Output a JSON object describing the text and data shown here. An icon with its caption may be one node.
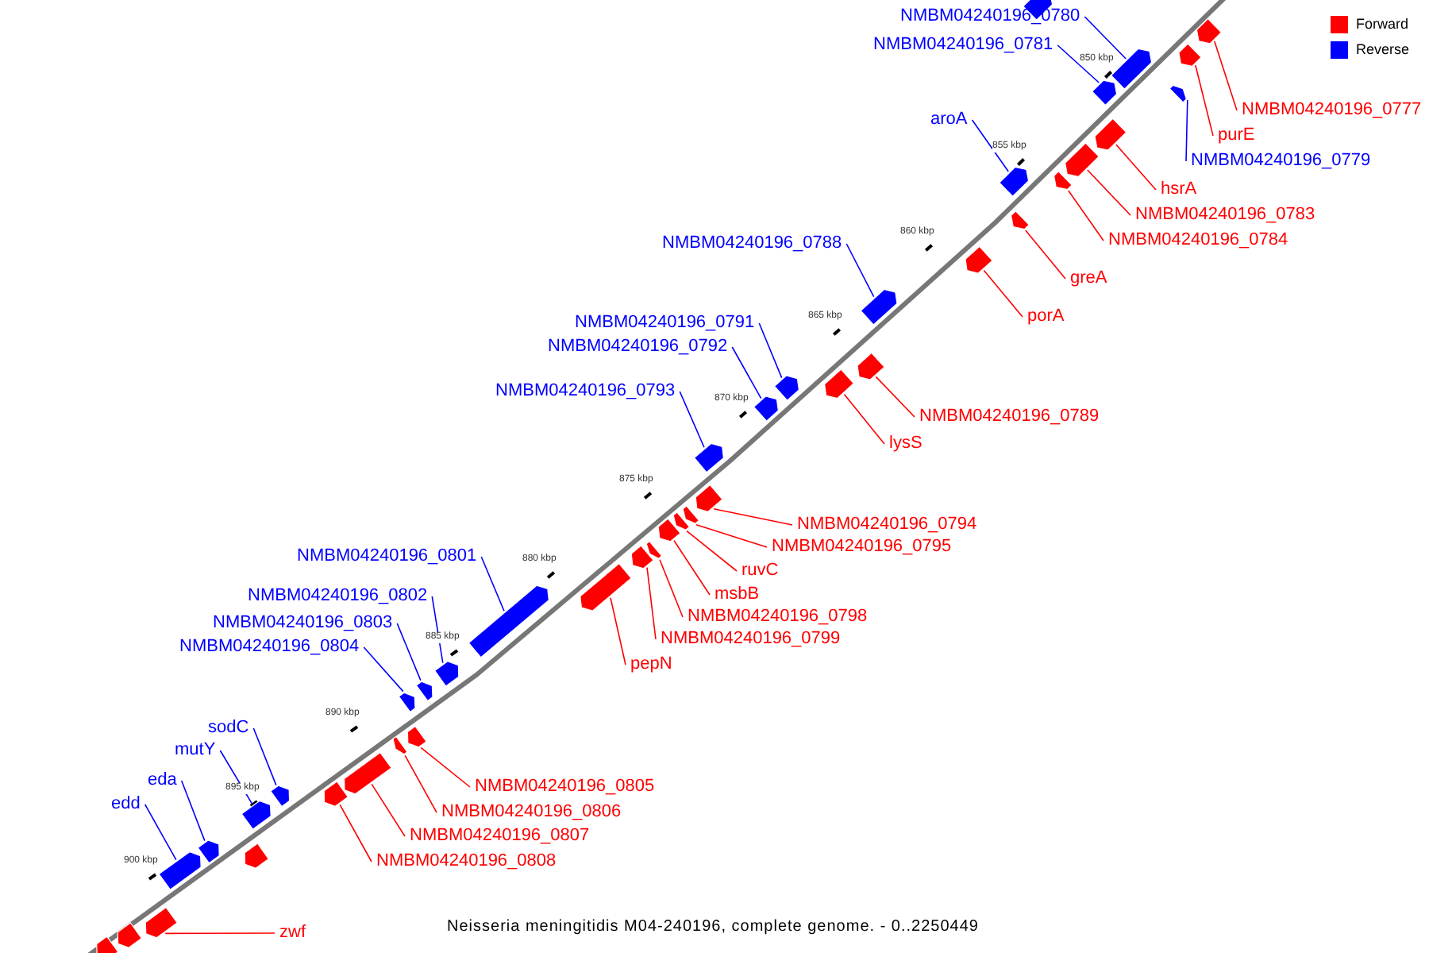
{
  "diagram": {
    "caption": "Neisseria meningitidis M04-240196, complete genome. - 0..2250449",
    "nodes": [
      {
        "text": [
          "NMBM04240196_0780"
        ]
      },
      {
        "text": [],
        "shape": "box"
      },
      {
        "text": [
          "NMBM04240196_0781"
        ]
      },
      {
        "text": [],
        "shape": "box"
      },
      {
        "text": [
          "NMBM04240196_0777"
        ]
      },
      {
        "text": [],
        "shape": "box"
      },
      {
        "text": [
          "purE"
        ]
      },
      {
        "text": [],
        "shape": "box"
      },
      {
        "text": [
          "NMBM04240196_0779"
        ]
      },
      {
        "text": [],
        "shape": "box"
      },
      {
        "text": [
          "hsrA"
        ]
      },
      {
        "text": [],
        "shape": "box"
      },
      {
        "text": [
          "NMBM04240196_0783"
        ]
      },
      {
        "text": [],
        "shape": "box"
      },
      {
        "text": [
          "NMBM04240196_0784"
        ]
      },
      {
        "text": [],
        "shape": "box"
      },
      {
        "text": [
          "aroA"
        ]
      },
      {
        "text": [],
        "shape": "box"
      },
      {
        "text": [
          "greA"
        ]
      },
      {
        "text": [],
        "shape": "box"
      },
      {
        "text": [
          "porA"
        ]
      },
      {
        "text": [],
        "shape": "box"
      },
      {
        "text": [
          "NMBM04240196_0788"
        ]
      },
      {
        "text": [],
        "shape": "box"
      },
      {
        "text": [
          "NMBM04240196_0791"
        ]
      },
      {
        "text": [],
        "shape": "box"
      },
      {
        "text": [
          "NMBM04240196_0792"
        ]
      },
      {
        "text": [],
        "shape": "box"
      },
      {
        "text": [
          "NMBM04240196_0789"
        ]
      },
      {
        "text": [],
        "shape": "box"
      },
      {
        "text": [
          "lysS"
        ]
      },
      {
        "text": [],
        "shape": "box"
      },
      {
        "text": [
          "NMBM04240196_0793"
        ]
      },
      {
        "text": [],
        "shape": "box"
      },
      {
        "text": [
          "NMBM04240196_0794"
        ]
      },
      {
        "text": [],
        "shape": "box"
      },
      {
        "text": [
          "NMBM04240196_0795"
        ]
      },
      {
        "text": [],
        "shape": "box"
      },
      {
        "text": [
          "ruvC"
        ]
      },
      {
        "text": [],
        "shape": "box"
      },
      {
        "text": [
          "msbB"
        ]
      },
      {
        "text": [],
        "shape": "box"
      },
      {
        "text": [
          "NMBM04240196_0798"
        ]
      },
      {
        "text": [],
        "shape": "box"
      },
      {
        "text": [
          "NMBM04240196_0799"
        ]
      },
      {
        "text": [],
        "shape": "box"
      },
      {
        "text": [
          "pepN"
        ]
      },
      {
        "text": [],
        "shape": "box"
      },
      {
        "text": [
          "NMBM04240196_0801"
        ]
      },
      {
        "text": [],
        "shape": "box"
      },
      {
        "text": [
          "NMBM04240196_0802"
        ]
      },
      {
        "text": [],
        "shape": "box"
      },
      {
        "text": [
          "NMBM04240196_0803"
        ]
      },
      {
        "text": [],
        "shape": "box"
      },
      {
        "text": [
          "NMBM04240196_0804"
        ]
      },
      {
        "text": [],
        "shape": "box"
      },
      {
        "text": [
          "NMBM04240196_0805"
        ]
      },
      {
        "text": [],
        "shape": "box"
      },
      {
        "text": [
          "NMBM04240196_0806"
        ]
      },
      {
        "text": [],
        "shape": "box"
      },
      {
        "text": [
          "NMBM04240196_0807"
        ]
      },
      {
        "text": [],
        "shape": "box"
      },
      {
        "text": [
          "NMBM04240196_0808"
        ]
      },
      {
        "text": [],
        "shape": "box"
      },
      {
        "text": [
          "sodC"
        ]
      },
      {
        "text": [],
        "shape": "box"
      },
      {
        "text": [
          "mutY"
        ]
      },
      {
        "text": [],
        "shape": "box"
      },
      {
        "text": [
          "eda"
        ]
      },
      {
        "text": [],
        "shape": "box"
      },
      {
        "text": [
          "edd"
        ]
      },
      {
        "text": [],
        "shape": "box"
      },
      {
        "text": [
          "zwf"
        ]
      },
      {
        "text": [],
        "shape": "box"
      },
      {
        "text": [],
        "shape": "box"
      },
      {
        "text": [],
        "shape": "box"
      },
      {
        "text": [],
        "shape": "box"
      },
      {
        "text": [],
        "shape": "box"
      }
    ],
    "edges": [
      {
        "from": 0,
        "to": 1,
        "arrow": "none",
        "color": "#0000ff"
      },
      {
        "from": 2,
        "to": 3,
        "arrow": "none",
        "color": "#0000ff"
      },
      {
        "from": 4,
        "to": 5,
        "arrow": "none"
      },
      {
        "from": 6,
        "to": 7,
        "arrow": "none"
      },
      {
        "from": 8,
        "to": 9,
        "arrow": "none",
        "color": "#0000ff"
      },
      {
        "from": 10,
        "to": 11,
        "arrow": "none"
      },
      {
        "from": 12,
        "to": 13,
        "arrow": "none"
      },
      {
        "from": 14,
        "to": 15,
        "arrow": "none"
      },
      {
        "from": 16,
        "to": 17,
        "arrow": "none",
        "color": "#0000ff"
      },
      {
        "from": 18,
        "to": 19,
        "arrow": "none"
      },
      {
        "from": 20,
        "to": 21,
        "arrow": "none"
      },
      {
        "from": 22,
        "to": 23,
        "arrow": "none",
        "color": "#0000ff"
      },
      {
        "from": 24,
        "to": 25,
        "arrow": "none",
        "color": "#0000ff"
      },
      {
        "from": 26,
        "to": 27,
        "arrow": "none",
        "color": "#0000ff"
      },
      {
        "from": 28,
        "to": 29,
        "arrow": "none"
      },
      {
        "from": 30,
        "to": 31,
        "arrow": "none"
      },
      {
        "from": 32,
        "to": 33,
        "arrow": "none",
        "color": "#0000ff"
      },
      {
        "from": 34,
        "to": 35,
        "arrow": "none"
      },
      {
        "from": 36,
        "to": 37,
        "arrow": "none"
      },
      {
        "from": 38,
        "to": 39,
        "arrow": "none"
      },
      {
        "from": 40,
        "to": 41,
        "arrow": "none"
      },
      {
        "from": 42,
        "to": 43,
        "arrow": "none"
      },
      {
        "from": 44,
        "to": 45,
        "arrow": "none"
      },
      {
        "from": 46,
        "to": 47,
        "arrow": "none"
      },
      {
        "from": 48,
        "to": 49,
        "arrow": "none",
        "color": "#0000ff"
      },
      {
        "from": 50,
        "to": 51,
        "arrow": "none",
        "color": "#0000ff"
      },
      {
        "from": 52,
        "to": 53,
        "arrow": "none",
        "color": "#0000ff"
      },
      {
        "from": 54,
        "to": 55,
        "arrow": "none",
        "color": "#0000ff"
      },
      {
        "from": 56,
        "to": 57,
        "arrow": "none"
      },
      {
        "from": 58,
        "to": 59,
        "arrow": "none"
      },
      {
        "from": 60,
        "to": 61,
        "arrow": "none"
      },
      {
        "from": 62,
        "to": 63,
        "arrow": "none"
      },
      {
        "from": 64,
        "to": 65,
        "arrow": "none",
        "color": "#0000ff"
      },
      {
        "from": 66,
        "to": 67,
        "arrow": "none",
        "color": "#0000ff"
      },
      {
        "from": 68,
        "to": 69,
        "arrow": "none",
        "color": "#0000ff"
      },
      {
        "from": 70,
        "to": 71,
        "arrow": "none",
        "color": "#0000ff"
      },
      {
        "from": 72,
        "to": 73,
        "arrow": "none"
      }
    ],
    "labels": [
      "850 kbp",
      "855 kbp",
      "860 kbp",
      "865 kbp",
      "870 kbp",
      "875 kbp",
      "880 kbp",
      "885 kbp",
      "890 kbp",
      "895 kbp",
      "900 kbp"
    ],
    "legend": [
      {
        "text": "Forward",
        "color": "#ff0000"
      },
      {
        "text": "Reverse",
        "color": "#0000ff"
      }
    ]
  }
}
